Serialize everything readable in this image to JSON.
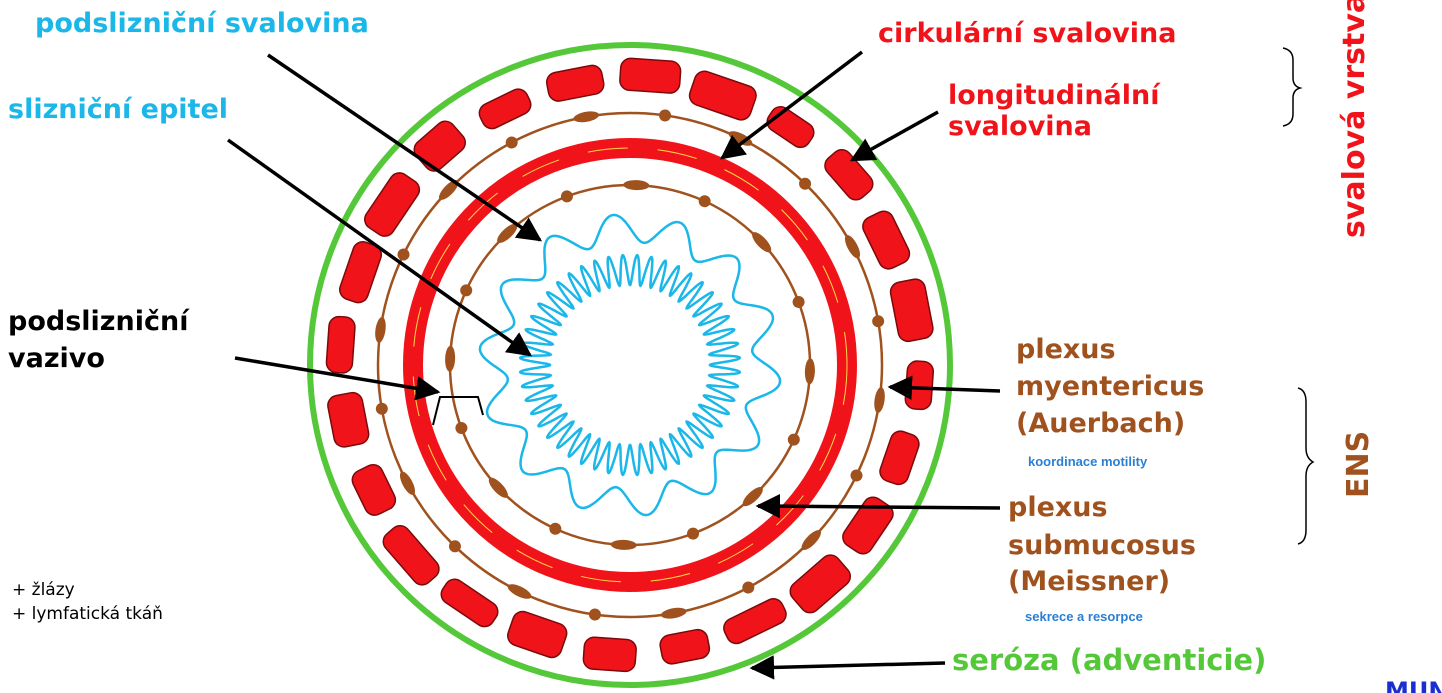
{
  "labels": {
    "podsliznicni_svalovina": "podslizniční svalovina",
    "sliznicni_epitel": "slizniční epitel",
    "podsliznicni_vazivo_1": "podslizniční",
    "podsliznicni_vazivo_2": "vazivo",
    "cirkularni": "cirkulární svalovina",
    "longitudinalni_1": "longitudinální",
    "longitudinalni_2": "svalovina",
    "plexus_my_1": "plexus",
    "plexus_my_2": "myentericus",
    "plexus_my_3": "(Auerbach)",
    "plexus_my_note": "koordinace motility",
    "plexus_sm_1": "plexus",
    "plexus_sm_2": "submucosus",
    "plexus_sm_3": "(Meissner)",
    "plexus_sm_note": "sekrece a resorpce",
    "seroza": "seróza (adventicie)",
    "svalova_vrstva": "svalová vrstva",
    "ens": "ENS",
    "extra_1": "+ žlázy",
    "extra_2": "+ lymfatická tkáň",
    "corner": "MUNI"
  },
  "colors": {
    "cyan": "#1ab7e8",
    "red": "#f0141a",
    "brown": "#a0521e",
    "green": "#55c83a",
    "blue_note": "#2a7fd4",
    "black": "#000000"
  }
}
